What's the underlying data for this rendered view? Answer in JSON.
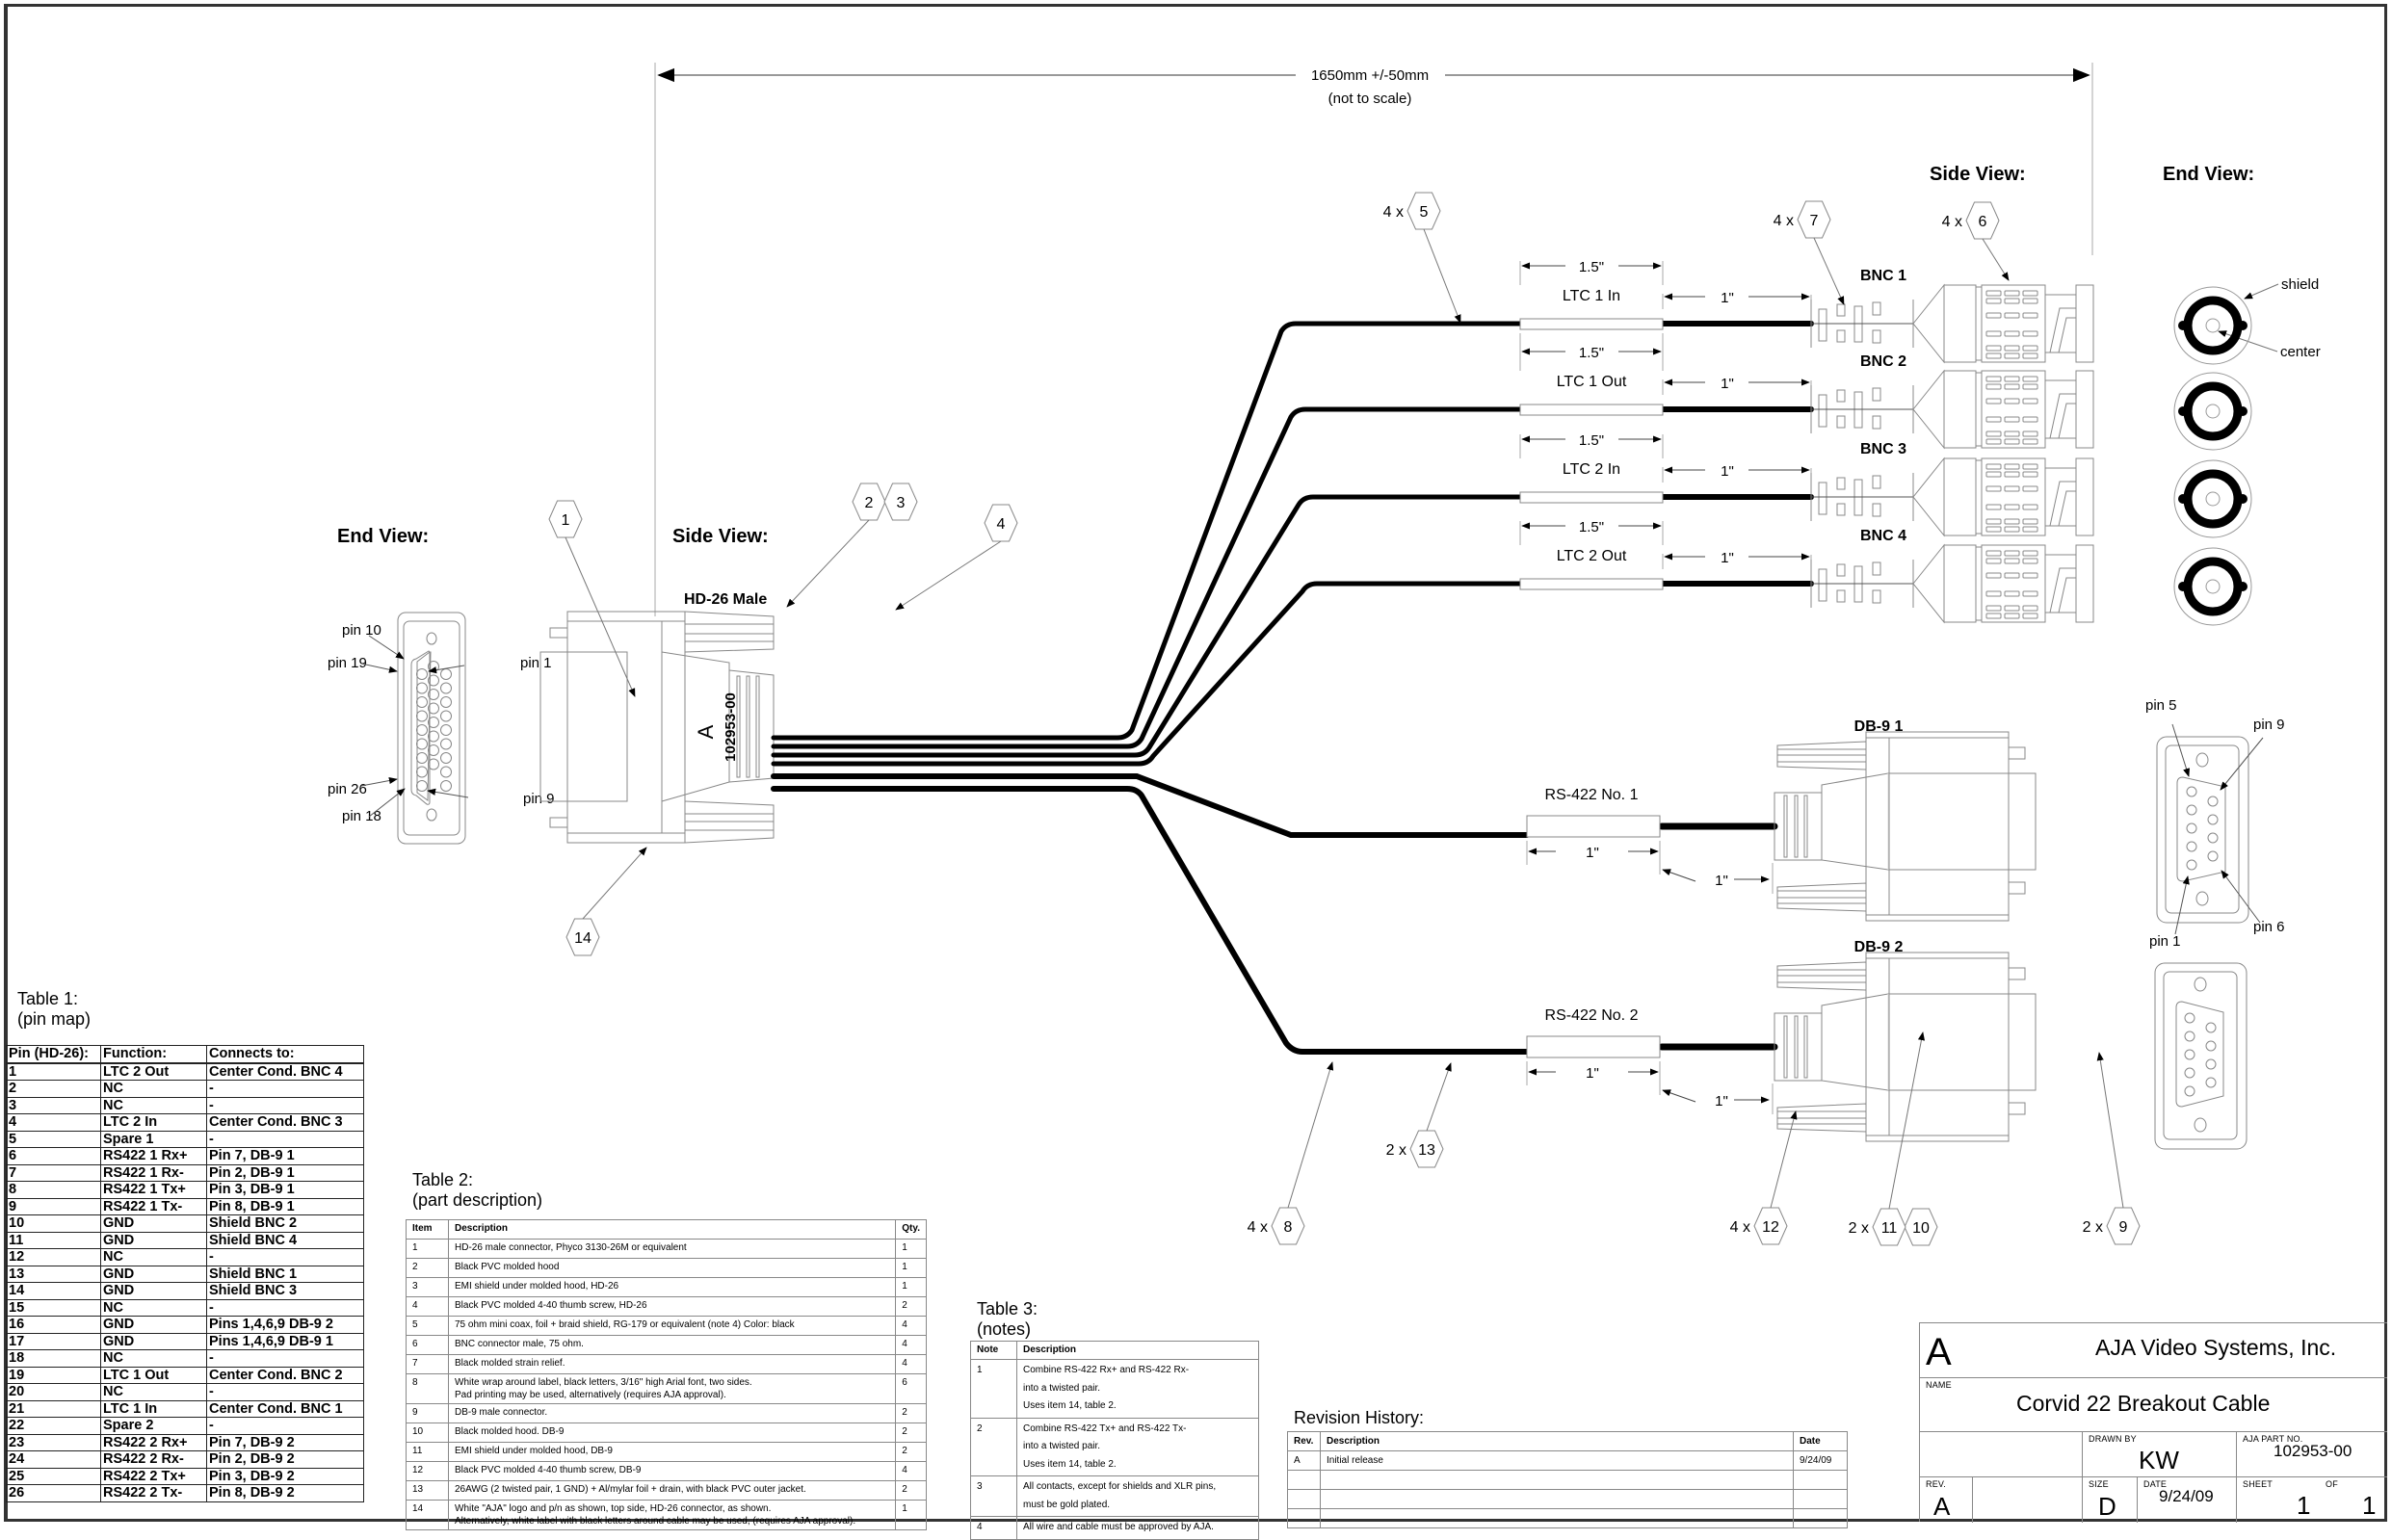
{
  "drawing": {
    "overall_length": "1650mm +/-50mm",
    "overall_note": "(not to scale)",
    "hd26": {
      "end_view_title": "End View:",
      "side_view_title": "Side View:",
      "connector_label": "HD-26 Male",
      "mold_rev": "A",
      "mold_part_no": "102953-00",
      "pin_labels": [
        "pin 10",
        "pin 19",
        "pin 1",
        "pin 26",
        "pin 18",
        "pin 9"
      ]
    },
    "bnc": {
      "side_view_title": "Side View:",
      "end_view_title": "End View:",
      "shield_label": "shield",
      "center_label": "center",
      "connectors": [
        {
          "name": "BNC 1",
          "cable_label": "LTC 1 In"
        },
        {
          "name": "BNC 2",
          "cable_label": "LTC 1 Out"
        },
        {
          "name": "BNC 3",
          "cable_label": "LTC 2 In"
        },
        {
          "name": "BNC 4",
          "cable_label": "LTC 2 Out"
        }
      ],
      "label_length": "1.5\"",
      "label_offset": "1\""
    },
    "db9": {
      "connectors": [
        {
          "name": "DB-9 1",
          "cable_label": "RS-422 No. 1"
        },
        {
          "name": "DB-9 2",
          "cable_label": "RS-422 No. 2"
        }
      ],
      "label_length": "1\"",
      "label_offset": "1\"",
      "pin_labels": [
        "pin 5",
        "pin 9",
        "pin 1",
        "pin 6"
      ]
    },
    "balloons": [
      {
        "qty": "",
        "item": "1"
      },
      {
        "qty": "",
        "item": "2"
      },
      {
        "qty": "",
        "item": "3"
      },
      {
        "qty": "",
        "item": "4"
      },
      {
        "qty": "4 x",
        "item": "5"
      },
      {
        "qty": "4 x",
        "item": "6"
      },
      {
        "qty": "4 x",
        "item": "7"
      },
      {
        "qty": "4 x",
        "item": "8"
      },
      {
        "qty": "2 x",
        "item": "9"
      },
      {
        "qty": "",
        "item": "10"
      },
      {
        "qty": "2 x",
        "item": "11"
      },
      {
        "qty": "4 x",
        "item": "12"
      },
      {
        "qty": "2 x",
        "item": "13"
      },
      {
        "qty": "",
        "item": "14"
      }
    ]
  },
  "table1": {
    "title": "Table 1:",
    "subtitle": "(pin map)",
    "headers": [
      "Pin (HD-26):",
      "Function:",
      "Connects to:"
    ],
    "rows": [
      [
        "1",
        "LTC 2 Out",
        "Center Cond. BNC 4"
      ],
      [
        "2",
        "NC",
        "-"
      ],
      [
        "3",
        "NC",
        "-"
      ],
      [
        "4",
        "LTC 2 In",
        "Center Cond. BNC 3"
      ],
      [
        "5",
        "Spare 1",
        "-"
      ],
      [
        "6",
        "RS422 1 Rx+",
        "Pin 7, DB-9 1"
      ],
      [
        "7",
        "RS422 1 Rx-",
        "Pin 2, DB-9 1"
      ],
      [
        "8",
        "RS422 1 Tx+",
        "Pin 3, DB-9 1"
      ],
      [
        "9",
        "RS422 1 Tx-",
        "Pin 8, DB-9 1"
      ],
      [
        "10",
        "GND",
        "Shield BNC 2"
      ],
      [
        "11",
        "GND",
        "Shield BNC 4"
      ],
      [
        "12",
        "NC",
        "-"
      ],
      [
        "13",
        "GND",
        "Shield BNC 1"
      ],
      [
        "14",
        "GND",
        "Shield BNC 3"
      ],
      [
        "15",
        "NC",
        "-"
      ],
      [
        "16",
        "GND",
        "Pins 1,4,6,9 DB-9 2"
      ],
      [
        "17",
        "GND",
        "Pins 1,4,6,9 DB-9 1"
      ],
      [
        "18",
        "NC",
        "-"
      ],
      [
        "19",
        "LTC 1 Out",
        "Center Cond. BNC 2"
      ],
      [
        "20",
        "NC",
        "-"
      ],
      [
        "21",
        "LTC 1 In",
        "Center Cond. BNC 1"
      ],
      [
        "22",
        "Spare 2",
        "-"
      ],
      [
        "23",
        "RS422 2 Rx+",
        "Pin 7, DB-9 2"
      ],
      [
        "24",
        "RS422 2 Rx-",
        "Pin 2, DB-9 2"
      ],
      [
        "25",
        "RS422 2 Tx+",
        "Pin 3, DB-9 2"
      ],
      [
        "26",
        "RS422 2 Tx-",
        "Pin 8, DB-9 2"
      ]
    ]
  },
  "table2": {
    "title": "Table 2:",
    "subtitle": "(part description)",
    "headers": [
      "Item",
      "Description",
      "Qty."
    ],
    "rows": [
      [
        "1",
        "HD-26 male connector, Phyco 3130-26M or equivalent",
        "1"
      ],
      [
        "2",
        "Black PVC molded hood",
        "1"
      ],
      [
        "3",
        "EMI shield under molded hood, HD-26",
        "1"
      ],
      [
        "4",
        "Black PVC molded 4-40 thumb screw, HD-26",
        "2"
      ],
      [
        "5",
        "75 ohm mini coax, foil + braid shield, RG-179 or equivalent (note 4) Color: black",
        "4"
      ],
      [
        "6",
        "BNC connector male, 75 ohm.",
        "4"
      ],
      [
        "7",
        "Black molded strain relief.",
        "4"
      ],
      [
        "8",
        "White wrap around label, black letters, 3/16\" high Arial font, two sides.\nPad printing may be used, alternatively (requires AJA approval).",
        "6"
      ],
      [
        "9",
        "DB-9 male connector.",
        "2"
      ],
      [
        "10",
        "Black molded hood. DB-9",
        "2"
      ],
      [
        "11",
        "EMI shield under molded hood, DB-9",
        "2"
      ],
      [
        "12",
        "Black PVC molded 4-40 thumb screw, DB-9",
        "4"
      ],
      [
        "13",
        "26AWG (2 twisted pair, 1 GND) + Al/mylar foil + drain, with black PVC outer jacket.",
        "2"
      ],
      [
        "14",
        "White \"AJA\" logo and p/n as shown, top side, HD-26 connector, as shown.\nAlternatively, white label with black letters around cable may be used, (requires AJA approval).",
        "1"
      ]
    ]
  },
  "table3": {
    "title": "Table 3:",
    "subtitle": "(notes)",
    "headers": [
      "Note",
      "Description"
    ],
    "rows": [
      [
        "1",
        "Combine RS-422 Rx+ and RS-422 Rx-\ninto a twisted pair.\nUses item 14, table 2."
      ],
      [
        "2",
        "Combine RS-422 Tx+ and RS-422 Tx-\ninto a twisted pair.\nUses item 14, table 2."
      ],
      [
        "3",
        "All contacts, except for shields and XLR pins,\nmust be gold plated."
      ],
      [
        "4",
        "All wire and cable must be approved by AJA."
      ]
    ]
  },
  "revision_history": {
    "title": "Revision History:",
    "headers": [
      "Rev.",
      "Description",
      "Date"
    ],
    "rows": [
      [
        "A",
        "Initial release",
        "9/24/09"
      ],
      [
        "",
        "",
        ""
      ],
      [
        "",
        "",
        ""
      ],
      [
        "",
        "",
        ""
      ]
    ]
  },
  "title_block": {
    "logo_letter": "A",
    "company": "AJA Video Systems, Inc.",
    "name_label": "NAME",
    "name": "Corvid 22 Breakout Cable",
    "drawn_by_label": "DRAWN BY",
    "drawn_by": "KW",
    "part_no_label": "AJA PART NO.",
    "part_no": "102953-00",
    "rev_label": "REV.",
    "rev": "A",
    "size_label": "SIZE",
    "size": "D",
    "date_label": "DATE",
    "date": "9/24/09",
    "sheet_label": "SHEET",
    "sheet": "1",
    "of_label": "OF",
    "of": "1"
  }
}
